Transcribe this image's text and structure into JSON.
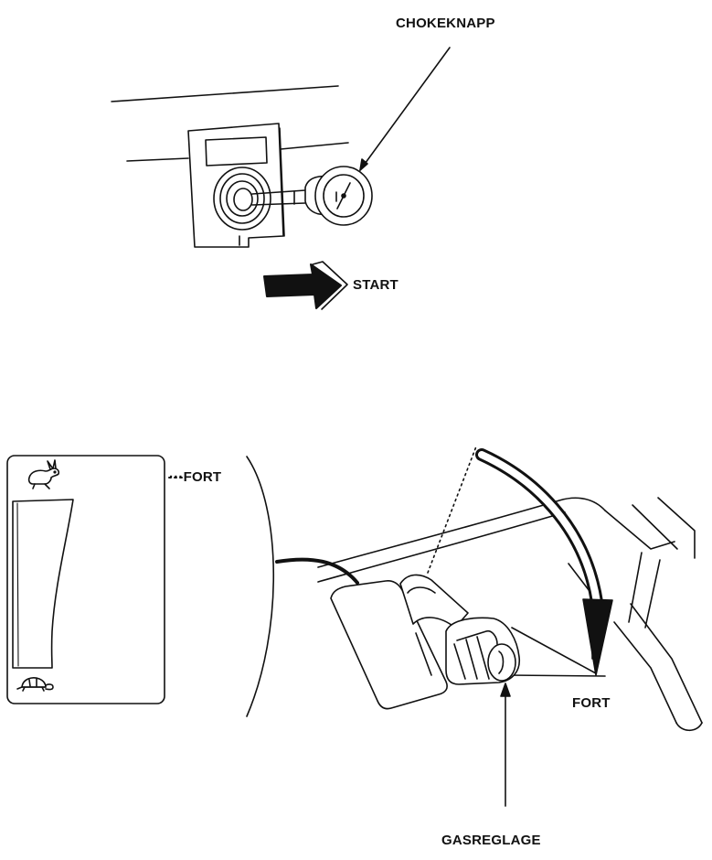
{
  "labels": {
    "choke_knob": "CHOKEKNAPP",
    "start": "START",
    "fort_panel": "···FORT",
    "fort_arrow": "FORT",
    "throttle": "GASREGLAGE"
  },
  "icons": {
    "fast": "rabbit-icon",
    "slow": "turtle-icon"
  },
  "colors": {
    "ink": "#111111",
    "paper": "#ffffff"
  }
}
